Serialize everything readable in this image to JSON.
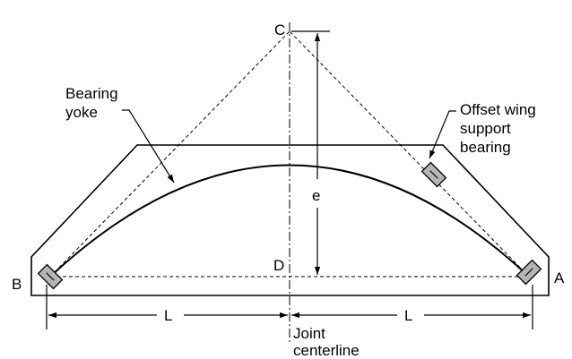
{
  "labels": {
    "point_a": "A",
    "point_b": "B",
    "point_c": "C",
    "point_d": "D",
    "dim_e": "e",
    "dim_l_left": "L",
    "dim_l_right": "L",
    "bearing_yoke_line1": "Bearing",
    "bearing_yoke_line2": "yoke",
    "offset_line1": "Offset wing",
    "offset_line2": "support",
    "offset_line3": "bearing",
    "joint_line1": "Joint",
    "joint_line2": "centerline"
  }
}
